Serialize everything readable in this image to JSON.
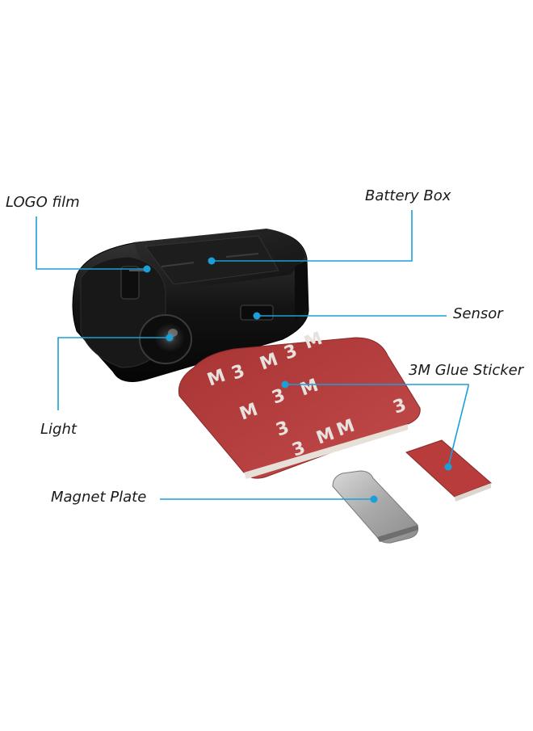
{
  "labels": {
    "logo_film": "LOGO film",
    "battery_box": "Battery Box",
    "sensor": "Sensor",
    "glue_sticker": "3M Glue Sticker",
    "light": "Light",
    "magnet_plate": "Magnet Plate"
  },
  "sticker_marks": [
    "M",
    "3",
    "M",
    "3",
    "M",
    "3",
    "M"
  ],
  "colors": {
    "callout_line": "#1a9fd8",
    "callout_dot": "#1a9fd8",
    "device_body": "#141414",
    "sticker": "#b03a3a",
    "magnet": "#b8b8b8"
  }
}
